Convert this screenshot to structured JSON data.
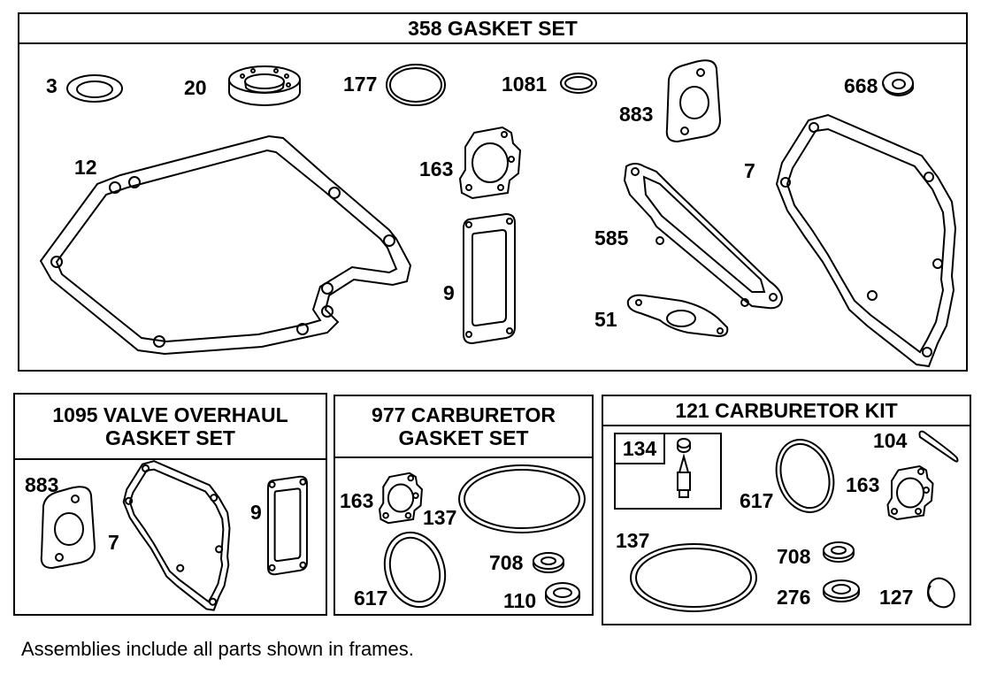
{
  "frames": {
    "gasket_set": {
      "title": "358 GASKET SET"
    },
    "valve_overhaul": {
      "title_line1": "1095 VALVE OVERHAUL",
      "title_line2": "GASKET SET"
    },
    "carb_gasket": {
      "title_line1": "977 CARBURETOR",
      "title_line2": "GASKET SET"
    },
    "carb_kit": {
      "title": "121 CARBURETOR KIT",
      "sub_assembly": "134"
    }
  },
  "parts": {
    "gasket_set": [
      "3",
      "20",
      "177",
      "1081",
      "883",
      "668",
      "12",
      "163",
      "7",
      "585",
      "9",
      "51"
    ],
    "valve_overhaul": [
      "883",
      "7",
      "9"
    ],
    "carb_gasket": [
      "163",
      "137",
      "708",
      "617",
      "110"
    ],
    "carb_kit": [
      "104",
      "617",
      "163",
      "137",
      "708",
      "276",
      "127"
    ]
  },
  "footnote": "Assemblies include all parts shown in frames."
}
